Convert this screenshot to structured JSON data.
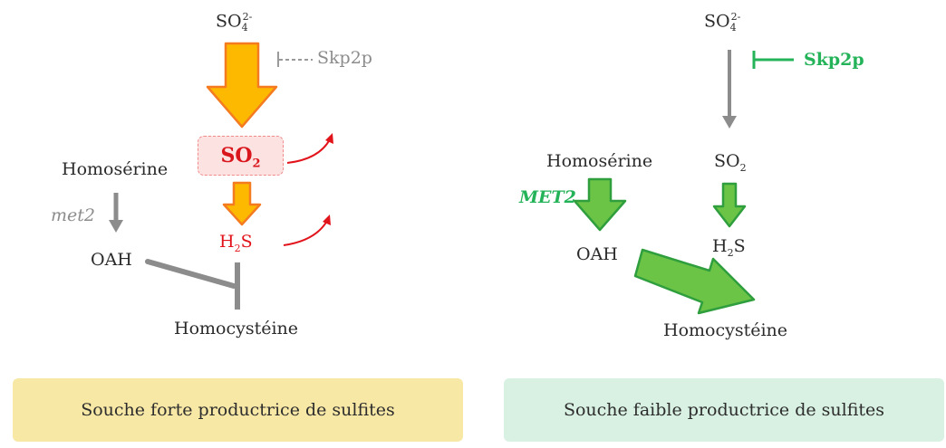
{
  "left": {
    "so4": "SO",
    "so4_sub": "4",
    "so4_sup": "2-",
    "skp2p": "Skp2p",
    "so2": "SO",
    "so2_sub": "2",
    "homoserine": "Homosérine",
    "met2": "met2",
    "h2s_h": "H",
    "h2s_sub": "2",
    "h2s_s": "S",
    "oah": "OAH",
    "homocysteine": "Homocystéine",
    "caption": "Souche forte productrice de sulfites"
  },
  "right": {
    "so4": "SO",
    "so4_sub": "4",
    "so4_sup": "2-",
    "skp2p": "Skp2p",
    "homoserine": "Homosérine",
    "so2": "SO",
    "so2_sub": "2",
    "met2": "MET2",
    "oah": "OAH",
    "h2s_h": "H",
    "h2s_sub": "2",
    "h2s_s": "S",
    "homocysteine": "Homocystéine",
    "caption": "Souche faible productrice de sulfites"
  },
  "colors": {
    "orange_fill": "#fcb900",
    "orange_stroke": "#f47b20",
    "red": "#e2141b",
    "green_fill": "#6cc447",
    "green_stroke": "#2f9e3d",
    "green_text": "#25b35a",
    "gray_arrow": "#8c8c8c",
    "caption_left_bg": "#f8e8a6",
    "caption_right_bg": "#d8f1e3"
  }
}
